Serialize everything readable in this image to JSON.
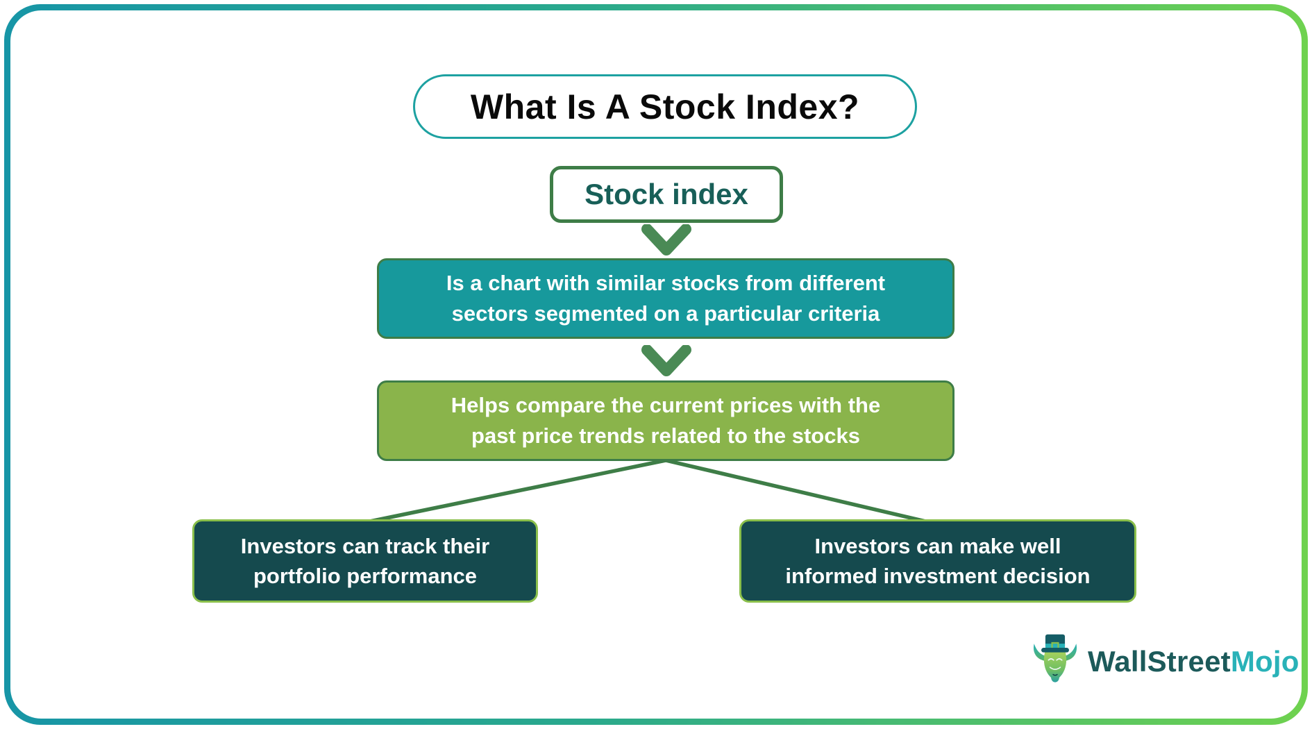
{
  "header": {
    "title": "What Is A Stock Index?"
  },
  "flowchart": {
    "root": {
      "label": "Stock index"
    },
    "definition": {
      "line1": "Is a chart with similar stocks from different",
      "line2": "sectors segmented on a particular criteria"
    },
    "comparison": {
      "line1": "Helps compare the current prices with the",
      "line2": "past price trends related to the stocks"
    },
    "benefits": [
      {
        "line1": "Investors can track their",
        "line2": "portfolio performance"
      },
      {
        "line1": "Investors can make well",
        "line2": "informed investment decision"
      }
    ]
  },
  "branding": {
    "logo_text_primary": "WallStreet",
    "logo_text_accent": "Mojo",
    "logo_icon": "bull-with-top-hat-icon"
  },
  "colors": {
    "frame_gradient_start": "#1795a6",
    "frame_gradient_end": "#6fd24f",
    "title_pill_border": "#1da1a1",
    "node_border_green": "#3e7d47",
    "node_text_teal": "#185f58",
    "definition_box_bg": "#17999c",
    "comparison_box_bg": "#8ab44b",
    "benefit_box_bg": "#154a4e",
    "benefit_box_border": "#8abf4b",
    "arrow_green": "#4a8a55",
    "logo_primary": "#1c5a5a",
    "logo_accent": "#29b2b8"
  }
}
